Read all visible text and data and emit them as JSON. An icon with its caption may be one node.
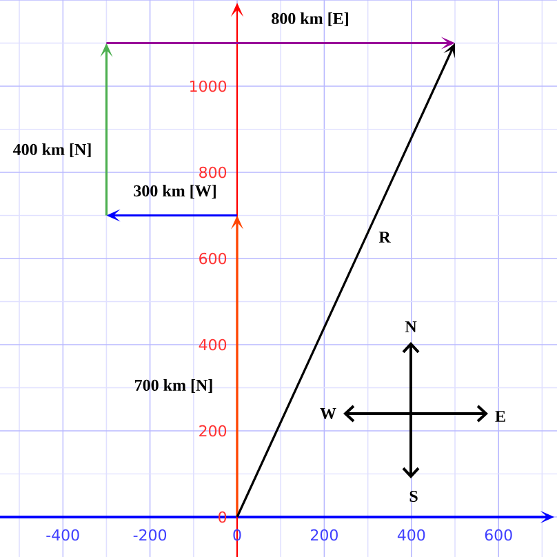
{
  "diagram": {
    "labels": [
      "800 km [E]",
      "1000",
      "400 km [N]",
      "800",
      "300 km [W]",
      "600",
      "R",
      "400",
      "700 km [N]",
      "N",
      "200",
      "W",
      "E",
      "S",
      "0",
      "-400",
      "-200",
      "0",
      "200",
      "400",
      "600"
    ]
  }
}
